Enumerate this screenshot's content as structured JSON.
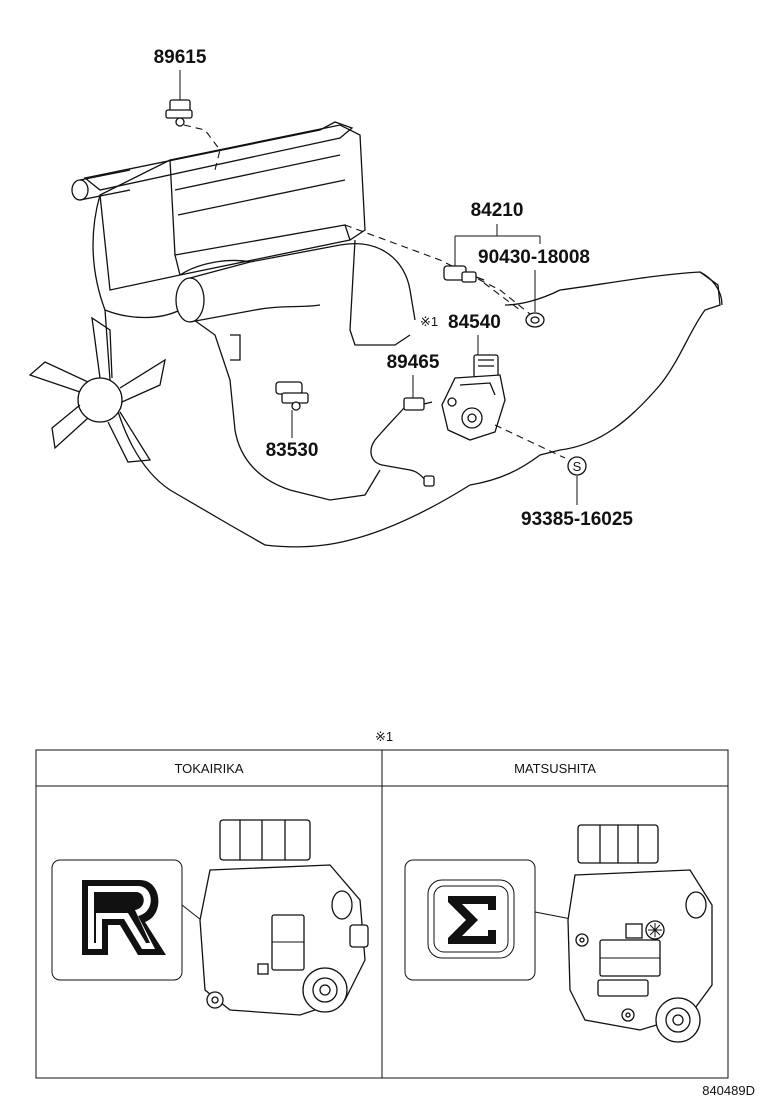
{
  "diagram_id": "840489D",
  "parts": {
    "p89615": "89615",
    "p84210": "84210",
    "p90430": "90430-18008",
    "p84540": "84540",
    "p84540_mark": "※1",
    "p89465": "89465",
    "p83530": "83530",
    "p93385": "93385-16025",
    "s_symbol": "S"
  },
  "detail": {
    "note_mark": "※1",
    "left_header": "TOKAIRIKA",
    "right_header": "MATSUSHITA"
  }
}
